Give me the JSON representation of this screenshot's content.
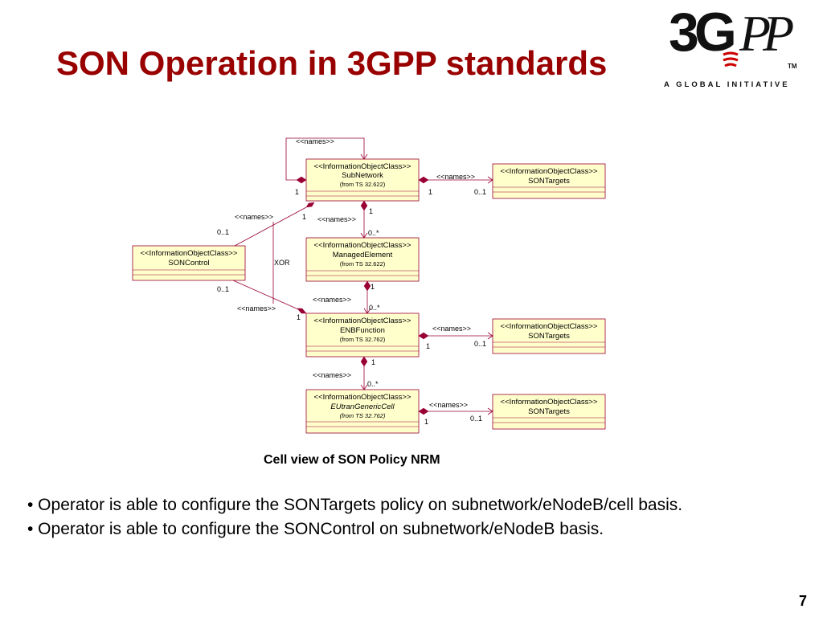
{
  "slide": {
    "title": "SON Operation in 3GPP standards",
    "logo": {
      "mark": "3G",
      "mark_pp": "PP",
      "tm": "TM",
      "tagline": "A GLOBAL INITIATIVE"
    },
    "caption": "Cell view of SON Policy NRM",
    "bullets": [
      "• Operator is able to configure the SONTargets policy on subnetwork/eNodeB/cell basis.",
      "• Operator is able to configure the SONControl on subnetwork/eNodeB basis."
    ],
    "page_number": "7"
  },
  "diagram": {
    "stereotype": "<<InformationObjectClass>>",
    "names_label": "<<names>>",
    "xor_label": "XOR",
    "classes": {
      "subnetwork": {
        "name": "SubNetwork",
        "from": "(from TS 32.622)"
      },
      "managed_element": {
        "name": "ManagedElement",
        "from": "(from TS 32.622)"
      },
      "enb_function": {
        "name": "ENBFunction",
        "from": "(from TS 32.762)"
      },
      "eutran_cell": {
        "name": "EUtranGenericCell",
        "from": "(from TS 32.762)"
      },
      "son_control": {
        "name": "SONControl"
      },
      "son_targets_1": {
        "name": "SONTargets"
      },
      "son_targets_2": {
        "name": "SONTargets"
      },
      "son_targets_3": {
        "name": "SONTargets"
      }
    },
    "multiplicities": {
      "one": "1",
      "zero_one": "0..1",
      "zero_many": "0..*"
    },
    "colors": {
      "title": "#990000",
      "uml_line": "#990033",
      "class_fill": "#ffffcc"
    }
  }
}
